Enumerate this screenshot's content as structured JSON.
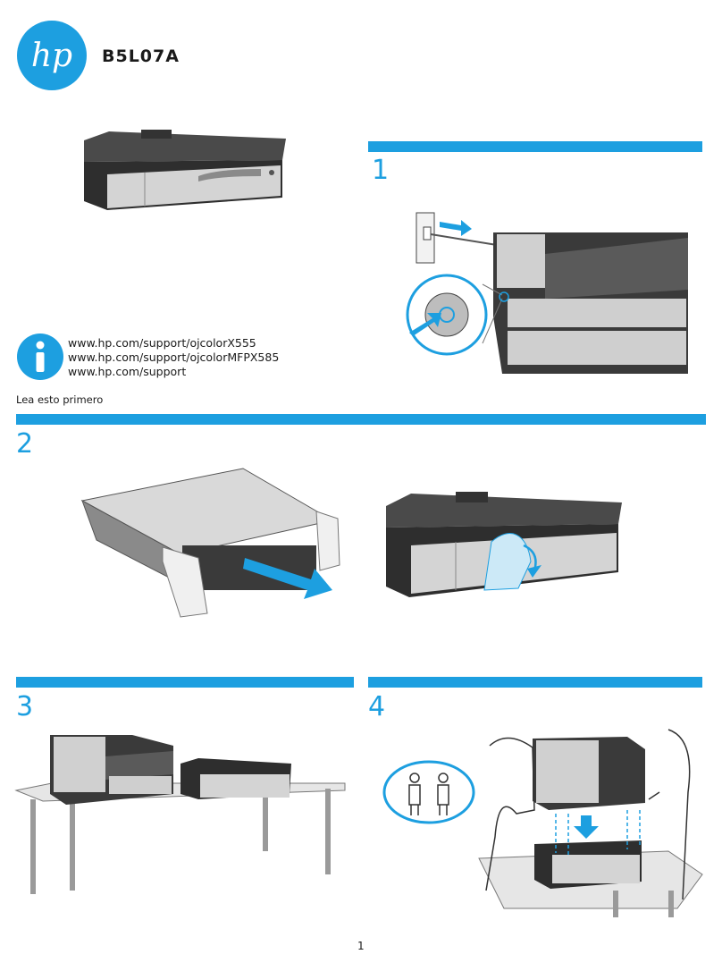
{
  "header": {
    "brand_logo": "hp",
    "model": "B5L07A"
  },
  "info": {
    "icon": "info-icon",
    "links": [
      "www.hp.com/support/ojcolorX555",
      "www.hp.com/support/ojcolorMFPX585",
      "www.hp.com/support"
    ],
    "read_first": "Lea esto primero"
  },
  "steps": [
    {
      "number": "1"
    },
    {
      "number": "2"
    },
    {
      "number": "3"
    },
    {
      "number": "4"
    }
  ],
  "footer": {
    "page_number": "1"
  },
  "colors": {
    "accent": "#1d9fe0",
    "device_dark": "#3a3a3a",
    "device_light": "#cfcfcf"
  }
}
